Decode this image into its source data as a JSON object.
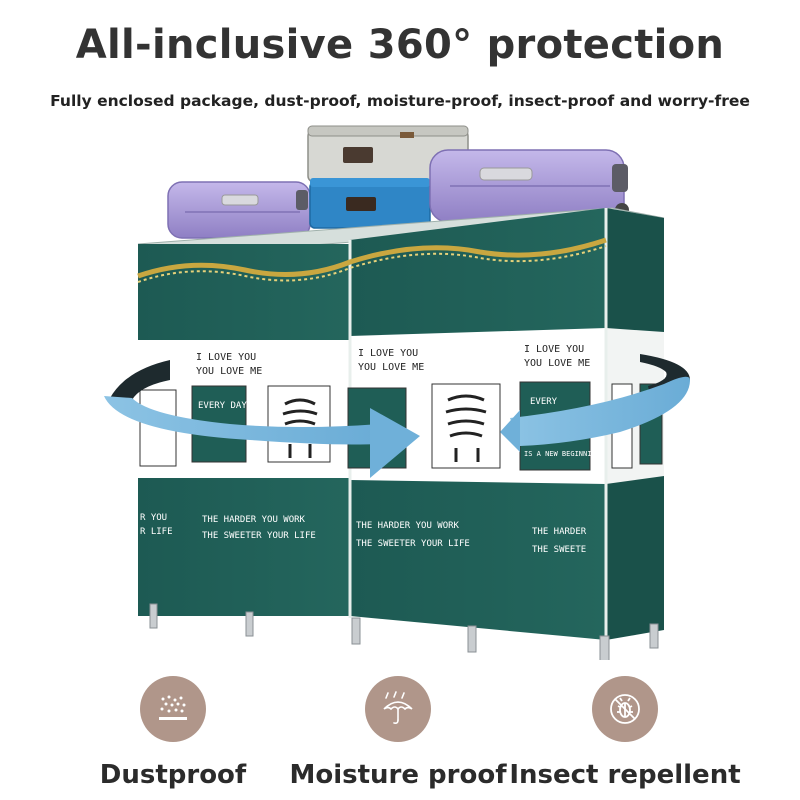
{
  "header": {
    "title": "All-inclusive 360° protection",
    "subtitle": "Fully enclosed package, dust-proof, moisture-proof, insect-proof and worry-free"
  },
  "wardrobe": {
    "print_left": {
      "love_line1": "I LOVE YOU",
      "love_line2": "YOU LOVE ME",
      "card_text": "EVERY DAY",
      "bottom_line1": "THE HARDER YOU WORK",
      "bottom_line2": "THE SWEETER YOUR LIFE",
      "edge_line1": "R YOU",
      "edge_line2": "R LIFE"
    },
    "print_right": {
      "love_line1": "I LOVE YOU",
      "love_line2": "YOU LOVE ME",
      "card_text": "EVERY",
      "card_text2": "IS A NEW BEGINNING",
      "bottom_line1": "THE HARDER YOU WORK",
      "bottom_line2": "THE SWEETER YOUR LIFE",
      "side_line1": "THE HARDER",
      "side_line2": "THE SWEETE"
    }
  },
  "features": [
    {
      "label": "Dustproof",
      "icon": "dust-icon"
    },
    {
      "label": "Moisture proof",
      "icon": "umbrella-rain-icon"
    },
    {
      "label": "Insect repellent",
      "icon": "no-bug-icon"
    }
  ],
  "colors": {
    "cover_green": "#1f5e56",
    "cover_green_side": "#1a514a",
    "arrow_blue": "#7fb9dc",
    "arrow_dark": "#1e2a2e",
    "icon_circle": "#b0968a",
    "suitcase_purple": "#a99ad6",
    "box_blue": "#2f86c6",
    "trim_gold": "#c9a740"
  }
}
